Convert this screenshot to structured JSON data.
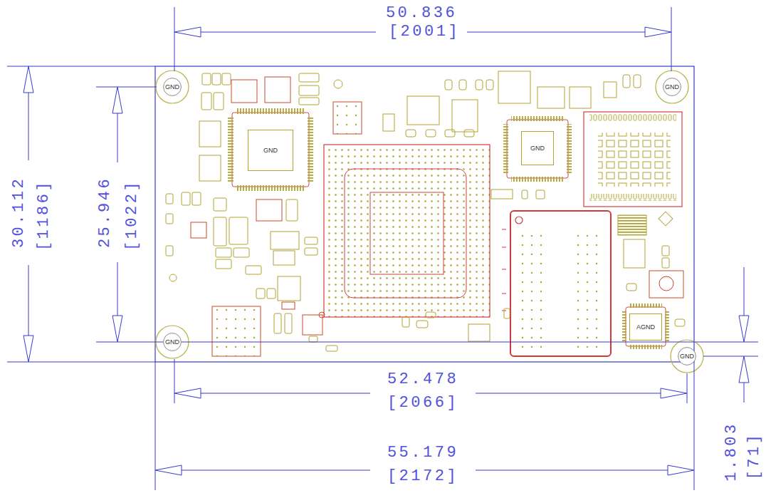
{
  "diagram": {
    "nodes": [
      {
        "text": [
          "GND"
        ]
      },
      {
        "text": [
          "GND"
        ]
      },
      {
        "text": [
          "GND"
        ]
      },
      {
        "text": [
          "GND"
        ]
      },
      {
        "text": [
          "AGND"
        ]
      },
      {
        "text": [
          "GND"
        ]
      },
      {
        "text": [
          "GND"
        ]
      }
    ],
    "labels": [
      "50.836",
      "[2001]",
      "30.112",
      "[1186]",
      "25.946",
      "[1022]",
      "52.478",
      "[2066]",
      "55.179",
      "[2172]",
      "1.803",
      "[71]"
    ]
  }
}
